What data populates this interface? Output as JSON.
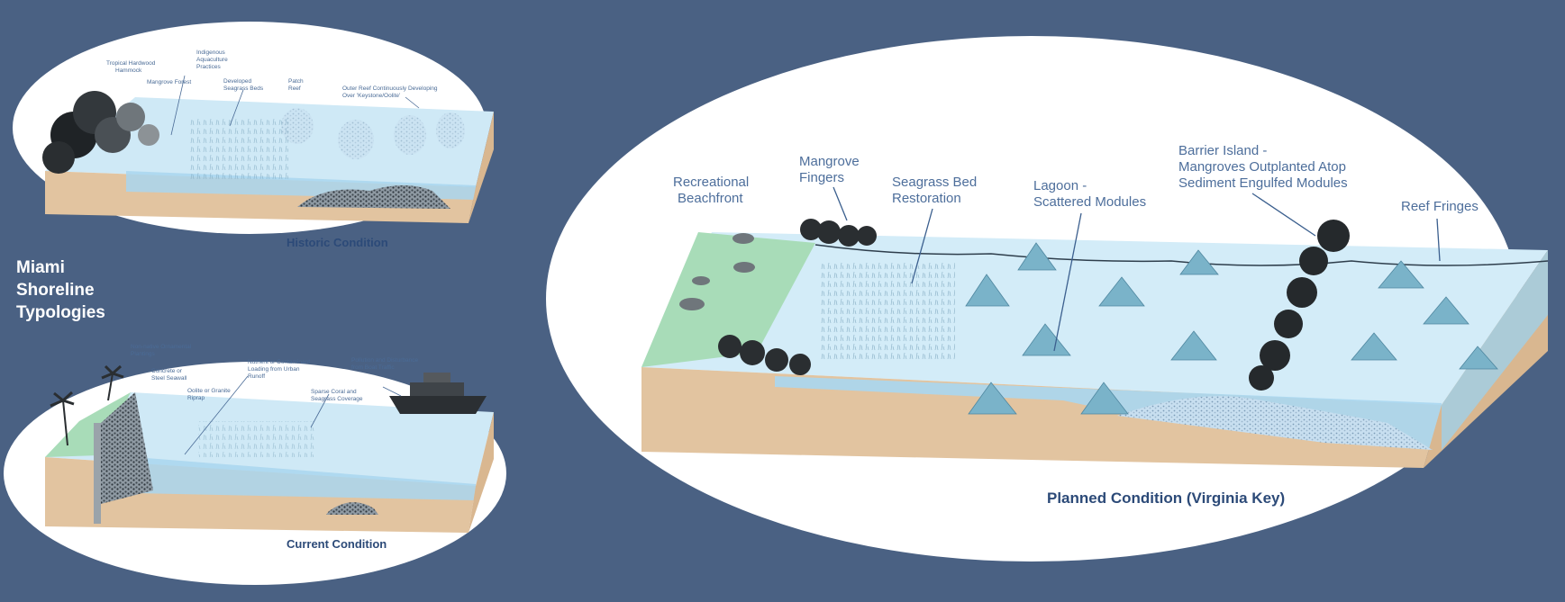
{
  "side_title": {
    "line1": "Miami",
    "line2": "Shoreline",
    "line3": "Typologies"
  },
  "historic": {
    "caption": "Historic Condition",
    "labels": {
      "hammock_1": "Tropical Hardwood",
      "hammock_2": "Hammock",
      "mangrove_forest": "Mangrove Forest",
      "indigenous_1": "Indigenous",
      "indigenous_2": "Aquaculture",
      "indigenous_3": "Practices",
      "seagrass_1": "Developed",
      "seagrass_2": "Seagrass Beds",
      "patch_1": "Patch",
      "patch_2": "Reef",
      "outer_1": "Outer Reef Continuously Developing",
      "outer_2": "Over 'Keystone/Oolite'"
    }
  },
  "current": {
    "caption": "Current Condition",
    "labels": {
      "ornamental_1": "Non-native Ornamental",
      "ornamental_2": "Plantings",
      "seawall_1": "Concrete or",
      "seawall_2": "Steel Seawall",
      "riprap_1": "Oolite or Granite",
      "riprap_2": "Riprap",
      "nutrient_1": "Nutrient or Contaminant",
      "nutrient_2": "Loading from Urban",
      "nutrient_3": "Runoff",
      "sparse_1": "Sparse Coral and",
      "sparse_2": "Seagrass Coverage",
      "pollution_1": "Pollution and Disturbance",
      "pollution_2": "from Boat Traffic"
    }
  },
  "planned": {
    "caption": "Planned Condition (Virginia Key)",
    "labels": {
      "beach_1": "Recreational",
      "beach_2": "Beachfront",
      "mangrove_1": "Mangrove",
      "mangrove_2": "Fingers",
      "seagrass_1": "Seagrass Bed",
      "seagrass_2": "Restoration",
      "lagoon_1": "Lagoon -",
      "lagoon_2": "Scattered Modules",
      "barrier_1": "Barrier Island  -",
      "barrier_2": "Mangroves Outplanted Atop",
      "barrier_3": "Sediment Engulfed Modules",
      "reef": "Reef Fringes"
    }
  },
  "colors": {
    "background": "#4a6183",
    "ellipse": "#ffffff",
    "water_top": "#cfe9f6",
    "water_front": "#a9d6ee",
    "sand": "#e2c4a0",
    "green": "#a8dcb8",
    "module": "#7ab3c9",
    "caption": "#2c4a78"
  }
}
